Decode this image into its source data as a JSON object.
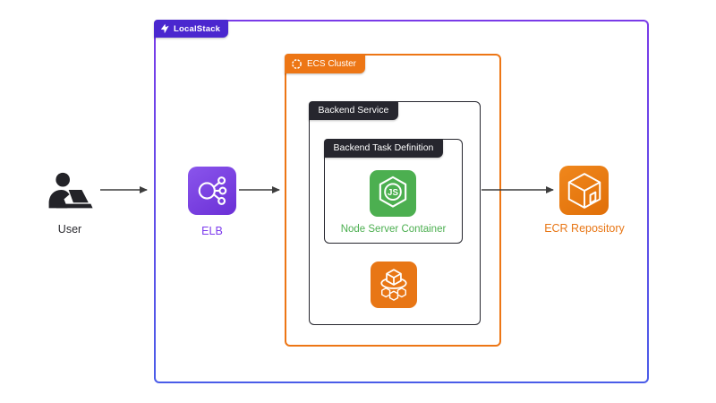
{
  "user": {
    "label": "User",
    "color": "#2B2B30"
  },
  "elb": {
    "label": "ELB",
    "color": "#7C3AED",
    "icon_gradient": [
      "#8A55EC",
      "#6B2FD6"
    ]
  },
  "localstack": {
    "label": "LocalStack",
    "tab_color": "#4A27CF",
    "border_gradient": [
      "#7A3BE8",
      "#4A5CE8"
    ]
  },
  "ecs_cluster": {
    "label": "ECS Cluster",
    "color": "#ED7615"
  },
  "backend_service": {
    "label": "Backend Service",
    "color": "#26262E"
  },
  "backend_task_definition": {
    "label": "Backend Task Definition",
    "color": "#26262E"
  },
  "node_container": {
    "label": "Node Server Container",
    "color": "#4CAF50"
  },
  "ecs_service": {
    "icon_color": "#E87615"
  },
  "ecr": {
    "label": "ECR Repository",
    "color": "#E87615"
  },
  "arrows": {
    "color": "#3D3D3D"
  }
}
